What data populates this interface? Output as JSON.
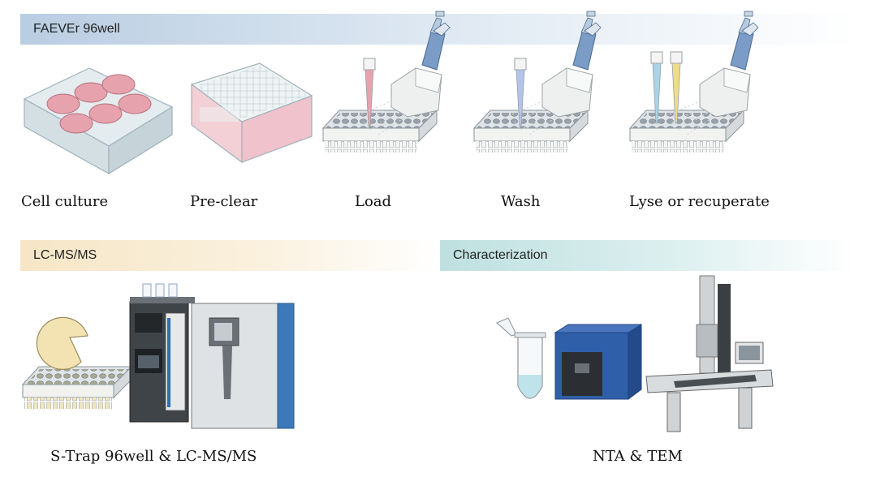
{
  "banners": {
    "faever": "FAEVEr 96well",
    "lcms": "LC-MS/MS",
    "characterization": "Characterization"
  },
  "steps": {
    "cell_culture": "Cell culture",
    "pre_clear": "Pre-clear",
    "load": "Load",
    "wash": "Wash",
    "lyse": "Lyse or recuperate"
  },
  "lcms_caption": "S-Trap 96well & LC-MS/MS",
  "char_caption": "NTA & TEM",
  "colors": {
    "pink": "#e7a3ad",
    "plate": "#e6e9ec",
    "pipette": "#7a9cc6",
    "blue_instrument": "#2f5fa8",
    "yellow": "#f3e3b3"
  }
}
